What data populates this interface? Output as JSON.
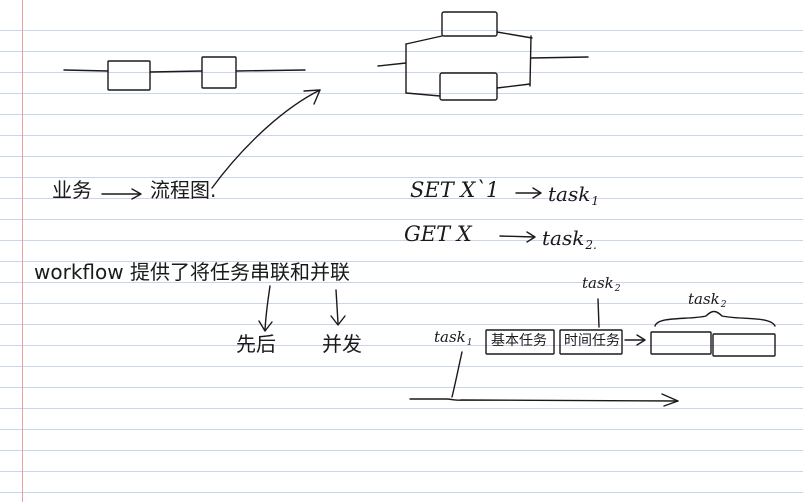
{
  "notes": {
    "business_label": "业务",
    "flowchart_label": "流程图.",
    "set_cmd": "SET X`1",
    "set_target": "task",
    "set_target_sub": "1",
    "get_cmd": "GET X",
    "get_target": "task",
    "get_target_sub": "2.",
    "workflow_sentence": "workflow 提供了将任务串联和并联",
    "serial_label": "先后",
    "parallel_label": "并发"
  },
  "timeline": {
    "task1_label": "task",
    "task1_sub": "1",
    "task2_label_top": "task",
    "task2_label_top_sub": "2",
    "task2_label_right": "task",
    "task2_label_right_sub": "2",
    "box_basic": "基本任务",
    "box_timer": "时间任务"
  },
  "colors": {
    "ink": "#1a1a1a",
    "rule_line": "#c9d6ea",
    "margin_line": "#e6a1a1"
  }
}
